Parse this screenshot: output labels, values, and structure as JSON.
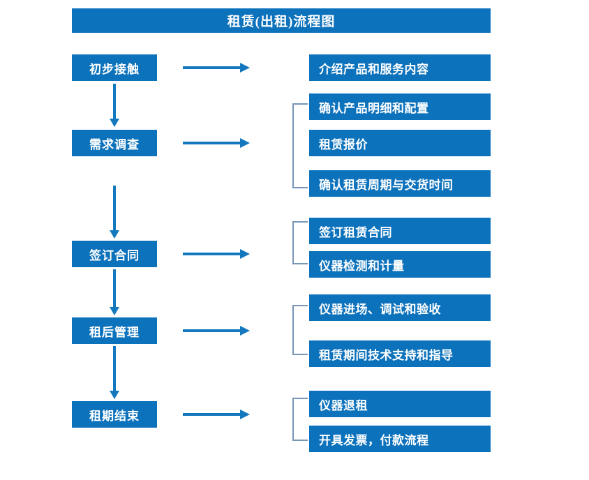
{
  "chart_data": {
    "type": "diagram",
    "title": "租赁(出租)流程图",
    "diagram_kind": "flowchart",
    "stages": [
      {
        "label": "初步接触",
        "details": [
          "介绍产品和服务内容"
        ],
        "grouped": false
      },
      {
        "label": "需求调查",
        "details": [
          "确认产品明细和配置",
          "租赁报价",
          "确认租赁周期与交货时间"
        ],
        "grouped": true
      },
      {
        "label": "签订合同",
        "details": [
          "签订租赁合同",
          "仪器检测和计量"
        ],
        "grouped": true
      },
      {
        "label": "租后管理",
        "details": [
          "仪器进场、调试和验收",
          "租赁期间技术支持和指导"
        ],
        "grouped": true
      },
      {
        "label": "租期结束",
        "details": [
          "仪器退租",
          "开具发票，付款流程"
        ],
        "grouped": true
      }
    ]
  },
  "title": {
    "text": "租赁(出租)流程图"
  },
  "colors": {
    "box_blue": "#0D72BC",
    "arrow_blue": "#1378BE",
    "bracket_gray_blue": "#7896B8",
    "text_white": "#FFFFFF",
    "background": "#FFFFFF"
  },
  "stages": [
    {
      "label": "初步接触"
    },
    {
      "label": "需求调查"
    },
    {
      "label": "签订合同"
    },
    {
      "label": "租后管理"
    },
    {
      "label": "租期结束"
    }
  ],
  "details": [
    {
      "label": "介绍产品和服务内容"
    },
    {
      "label": "确认产品明细和配置"
    },
    {
      "label": "租赁报价"
    },
    {
      "label": "确认租赁周期与交货时间"
    },
    {
      "label": "签订租赁合同"
    },
    {
      "label": "仪器检测和计量"
    },
    {
      "label": "仪器进场、调试和验收"
    },
    {
      "label": "租赁期间技术支持和指导"
    },
    {
      "label": "仪器退租"
    },
    {
      "label": "开具发票，付款流程"
    }
  ]
}
